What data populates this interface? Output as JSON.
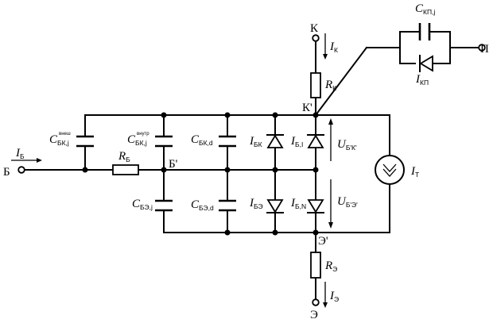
{
  "diagram": {
    "terminals": {
      "base": "Б",
      "collector": "К",
      "emitter": "Э",
      "substrate": "П"
    },
    "internal_nodes": {
      "base_internal": "Б'",
      "collector_internal": "К'",
      "emitter_internal": "Э'"
    },
    "currents": {
      "base": {
        "main": "I",
        "sub": "Б"
      },
      "collector": {
        "main": "I",
        "sub": "К"
      },
      "emitter": {
        "main": "I",
        "sub": "Э"
      },
      "substrate_diode": {
        "main": "I",
        "sub": "КП"
      },
      "transport": {
        "main": "I",
        "sub": "T"
      }
    },
    "resistors": {
      "base": {
        "main": "R",
        "sub": "Б"
      },
      "collector": {
        "main": "R",
        "sub": "К"
      },
      "emitter": {
        "main": "R",
        "sub": "Э"
      }
    },
    "capacitors": {
      "c_bc_outer": {
        "main": "C",
        "sub": "БК,j",
        "sup": "внеш"
      },
      "c_bc_inner": {
        "main": "C",
        "sub": "БК,j",
        "sup": "внутр"
      },
      "c_bc_diff": {
        "main": "C",
        "sub": "БК,d"
      },
      "c_be_junction": {
        "main": "C",
        "sub": "БЭ,j"
      },
      "c_be_diff": {
        "main": "C",
        "sub": "БЭ,d"
      },
      "c_substrate": {
        "main": "C",
        "sub": "КП,j"
      }
    },
    "diodes": {
      "d_bc": {
        "main": "I",
        "sub": "БК"
      },
      "d_bc_rev": {
        "main": "I",
        "sub": "Б,I"
      },
      "d_be": {
        "main": "I",
        "sub": "БЭ"
      },
      "d_be_fwd": {
        "main": "I",
        "sub": "Б,N"
      }
    },
    "voltages": {
      "u_bc": {
        "main": "U",
        "sub": "Б'К'"
      },
      "u_be": {
        "main": "U",
        "sub": "Б'Э'"
      }
    }
  }
}
